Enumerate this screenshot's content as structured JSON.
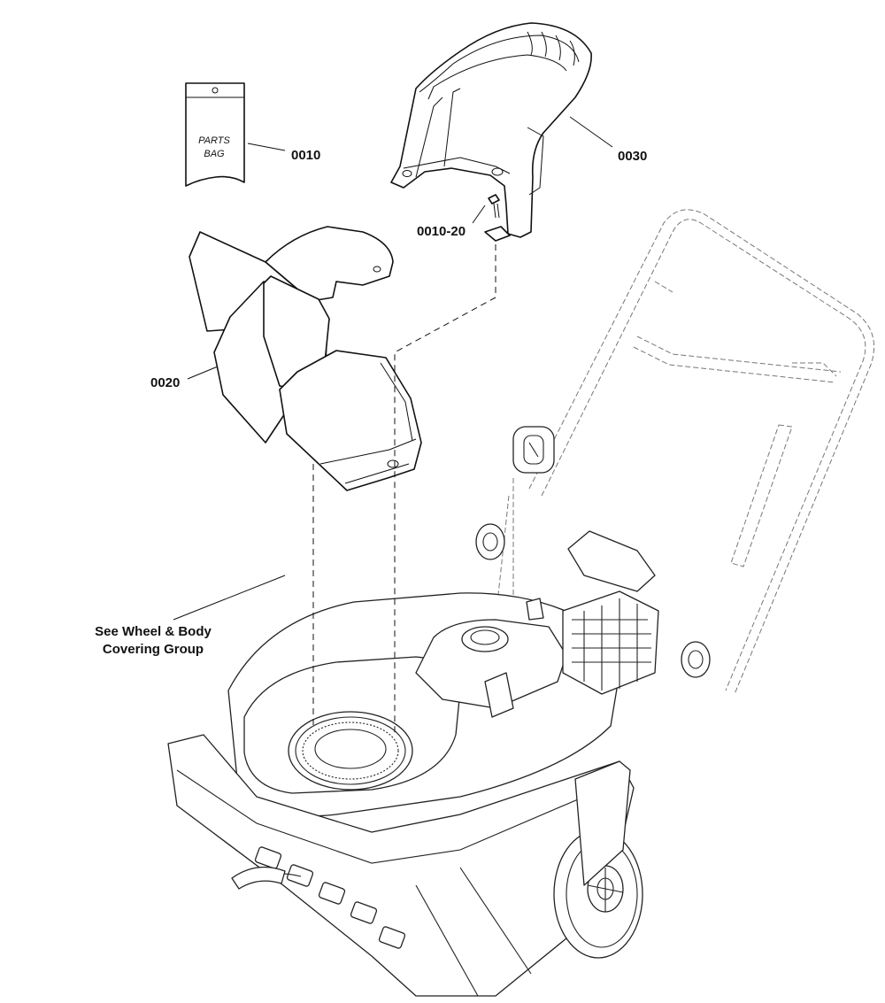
{
  "callouts": {
    "parts_bag": "0010",
    "chute_deflector": "0020",
    "handle": "0030",
    "bolt": "0010-20"
  },
  "parts_bag_label": {
    "line1": "PARTS",
    "line2": "BAG"
  },
  "reference_note": {
    "line1": "See Wheel & Body",
    "line2": "Covering Group"
  }
}
